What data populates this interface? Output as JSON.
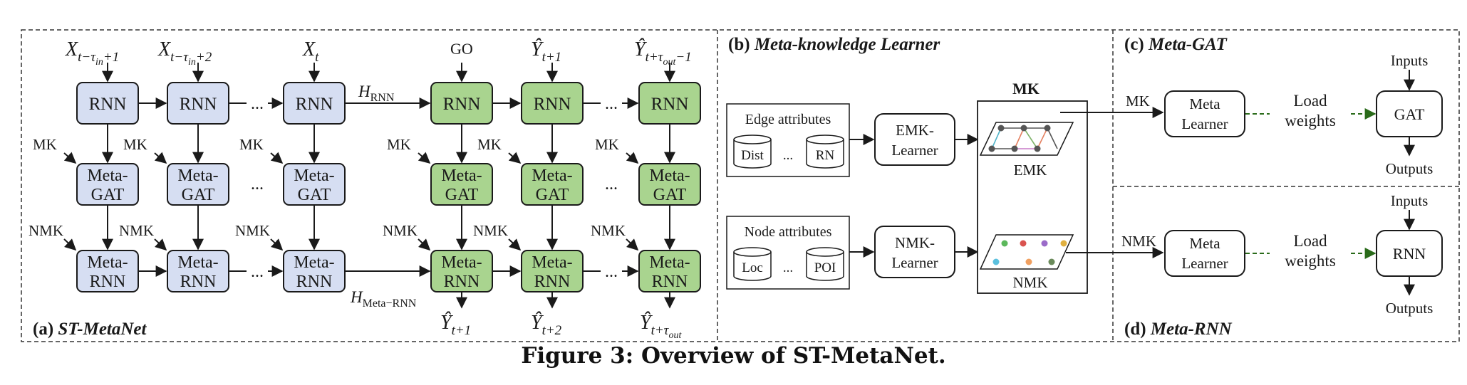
{
  "caption": "Figure 3: Overview of ST-MetaNet.",
  "colors": {
    "blue_fill": "#d6def2",
    "green_fill": "#a9d48f",
    "connector_glow": "#9fc4ea",
    "weight_glow": "#b8dd9c"
  },
  "panel_a": {
    "label_prefix": "(a)",
    "label_title": "ST-MetaNet",
    "rnn": "RNN",
    "meta_gat_l1": "Meta-",
    "meta_gat_l2": "GAT",
    "meta_rnn_l1": "Meta-",
    "meta_rnn_l2": "RNN",
    "mk": "MK",
    "nmk": "NMK",
    "go": "GO",
    "dots": "...",
    "h_rnn": "H",
    "h_rnn_sub": "RNN",
    "h_meta": "H",
    "h_meta_sub": "Meta−RNN",
    "x1": "X",
    "x1_sub": "t−τ",
    "x1_subsub": "in",
    "x1_tail": "+1",
    "x2": "X",
    "x2_sub": "t−τ",
    "x2_subsub": "in",
    "x2_tail": "+2",
    "x3": "X",
    "x3_sub": "t",
    "y_in1": "Ŷ",
    "y_in1_sub": "t+1",
    "y_in2": "Ŷ",
    "y_in2_sub": "t+τ",
    "y_in2_subsub": "out",
    "y_in2_tail": "−1",
    "y_out1": "Ŷ",
    "y_out1_sub": "t+1",
    "y_out2": "Ŷ",
    "y_out2_sub": "t+2",
    "y_out3": "Ŷ",
    "y_out3_sub": "t+τ",
    "y_out3_subsub": "out"
  },
  "panel_b": {
    "label_prefix": "(b)",
    "label_title": "Meta-knowledge Learner",
    "edge_attributes": "Edge attributes",
    "dist": "Dist",
    "rn": "RN",
    "node_attributes": "Node attributes",
    "loc": "Loc",
    "poi": "POI",
    "dots": "...",
    "emk_learner_l1": "EMK-",
    "emk_learner_l2": "Learner",
    "nmk_learner_l1": "NMK-",
    "nmk_learner_l2": "Learner",
    "mk": "MK",
    "emk": "EMK",
    "nmk": "NMK"
  },
  "panel_c": {
    "label_prefix": "(c)",
    "label_title": "Meta-GAT",
    "mk": "MK",
    "meta_learner_l1": "Meta",
    "meta_learner_l2": "Learner",
    "load_l1": "Load",
    "load_l2": "weights",
    "gat": "GAT",
    "inputs": "Inputs",
    "outputs": "Outputs"
  },
  "panel_d": {
    "label_prefix": "(d)",
    "label_title": "Meta-RNN",
    "nmk": "NMK",
    "meta_learner_l1": "Meta",
    "meta_learner_l2": "Learner",
    "load_l1": "Load",
    "load_l2": "weights",
    "rnn": "RNN",
    "inputs": "Inputs",
    "outputs": "Outputs"
  }
}
